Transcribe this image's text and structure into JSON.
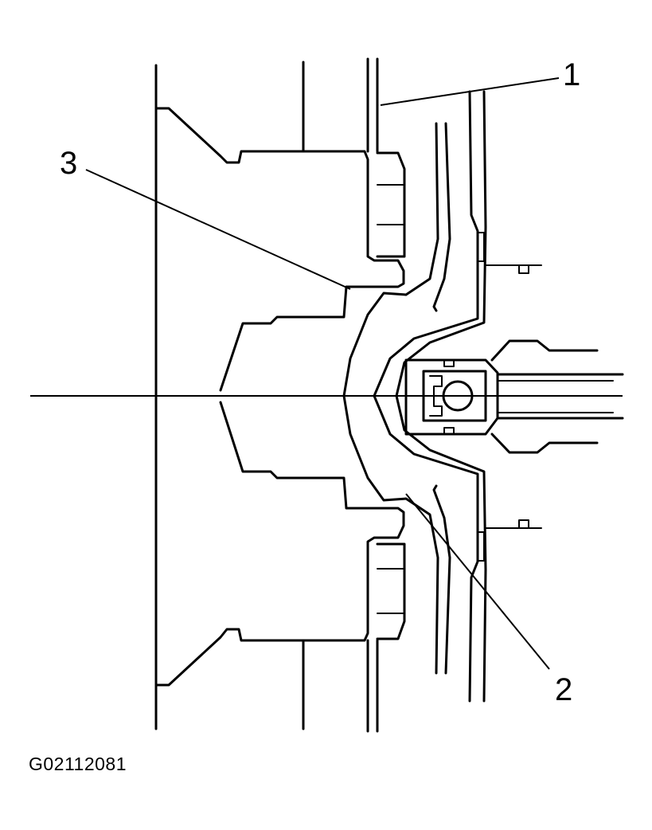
{
  "diagram": {
    "callouts": [
      {
        "id": "1",
        "label": "1"
      },
      {
        "id": "2",
        "label": "2"
      },
      {
        "id": "3",
        "label": "3"
      }
    ],
    "figure_code": "G02112081"
  }
}
